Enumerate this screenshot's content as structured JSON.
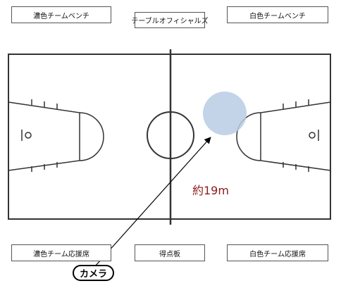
{
  "top": {
    "dark_bench": "濃色チームベンチ",
    "table_officials": "テーブルオフィシャルズ",
    "white_bench": "白色チームベンチ"
  },
  "bottom": {
    "dark_cheering": "濃色チーム応援席",
    "scoreboard": "得点板",
    "white_cheering": "白色チーム応援席"
  },
  "annotation": {
    "distance": "約19m",
    "camera": "カメラ"
  },
  "colors": {
    "court_line": "#333333",
    "target_circle": "#b8cce4",
    "distance_text": "#8b1a1a"
  }
}
